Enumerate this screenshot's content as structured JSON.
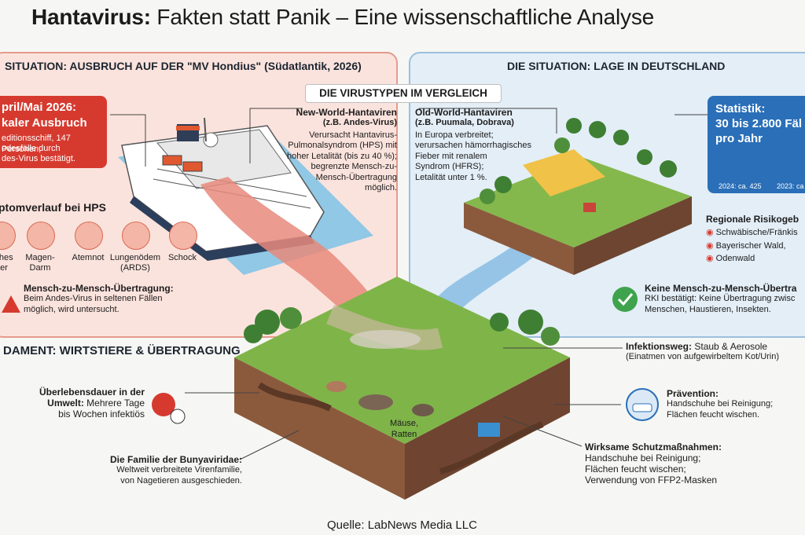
{
  "title": {
    "bold": "Hantavirus:",
    "rest": " Fakten statt Panik – Eine wissenschaftliche Analyse"
  },
  "left_panel": {
    "header": "SITUATION: AUSBRUCH AUF DER \"MV Hondius\" (Südatlantik, 2026)"
  },
  "right_panel": {
    "header": "DIE SITUATION: LAGE IN DEUTSCHLAND"
  },
  "virustypes": {
    "header": "DIE VIRUSTYPEN IM VERGLEICH",
    "new_world": {
      "title": "New-World-Hantaviren",
      "subtitle": "(z.B. Andes-Virus)",
      "lines": [
        "Verursacht Hantavirus-",
        "Pulmonalsyndrom (HPS) mit",
        "hoher Letalität (bis zu 40 %);",
        "begrenzte Mensch-zu-",
        "Mensch-Übertragung",
        "möglich."
      ]
    },
    "old_world": {
      "title": "Old-World-Hantaviren",
      "subtitle": "(z.B. Puumala, Dobrava)",
      "lines": [
        "In Europa verbreitet;",
        "verursachen hämorrhagisches",
        "Fieber mit renalem",
        "Syndrom (HFRS);",
        "Letalität unter 1 %."
      ]
    }
  },
  "outbreak": {
    "date": "pril/Mai 2026:",
    "title": "kaler Ausbruch",
    "lines": [
      "editionsschiff, 147 Personen;",
      "odesfälle durch",
      "des-Virus bestätigt."
    ]
  },
  "symptoms": {
    "title": "ptomverlauf bei HPS",
    "items": [
      {
        "label": "ches\ner",
        "icon": "head-icon"
      },
      {
        "label": "Magen-\nDarm",
        "icon": "stomach-icon"
      },
      {
        "label": "Atemnot",
        "icon": "lungs-icon"
      },
      {
        "label": "Lungenödem\n(ARDS)",
        "icon": "lung-edema-icon"
      },
      {
        "label": "Schock",
        "icon": "broken-heart-icon"
      }
    ]
  },
  "m2m_left": {
    "title": "Mensch-zu-Mensch-Übertragung:",
    "lines": [
      "Beim Andes-Virus in seltenen Fällen",
      "möglich, wird untersucht."
    ]
  },
  "statistik": {
    "title": "Statistik:",
    "value": "30 bis 2.800 Fäl",
    "unit": "pro Jahr",
    "label_left": "2024: ca. 425",
    "label_right": "2023: ca"
  },
  "regions": {
    "title": "Regionale Risikogeb",
    "items": [
      "Schwäbische/Fränkis",
      "Bayerischer Wald,",
      "Odenwald"
    ]
  },
  "no_m2m": {
    "title": "Keine Mensch-zu-Mensch-Übertra",
    "lines": [
      "RKI bestätigt: Keine Übertragung zwisc",
      "Menschen, Haustieren, Insekten."
    ]
  },
  "foundation": {
    "header": "DAMENT: WIRTSTIERE & ÜBERTRAGUNG"
  },
  "infektionsweg": {
    "title": "Infektionsweg:",
    "text": "Staub & Aerosole",
    "sub": "(Einatmen von aufgewirbeltem Kot/Urin)"
  },
  "praevention": {
    "title": "Prävention:",
    "lines": [
      "Handschuhe bei Reinigung;",
      "Flächen feucht wischen."
    ]
  },
  "schutz": {
    "title": "Wirksame Schutzmaßnahmen:",
    "lines": [
      "Handschuhe bei Reinigung;",
      "Flächen feucht wischen;",
      "Verwendung von FFP2-Masken"
    ]
  },
  "survival": {
    "title": "Überlebensdauer in der",
    "title2": "Umwelt:",
    "text": "Mehrere Tage",
    "text2": "bis Wochen infektiös"
  },
  "bunya": {
    "title": "Die Familie der Bunyaviridae:",
    "lines": [
      "Weltweit verbreitete Virenfamilie,",
      "von Nagetieren ausgeschieden."
    ]
  },
  "mice_label": "Mäuse,\nRatten",
  "source": "Quelle: LabNews Media LLC",
  "colors": {
    "red": "#d63a2f",
    "blue": "#2a6fb8",
    "panel_red": "#fbe3dd",
    "panel_blue": "#e3eef7",
    "grass": "#7fb449",
    "soil": "#8b5a3c"
  }
}
